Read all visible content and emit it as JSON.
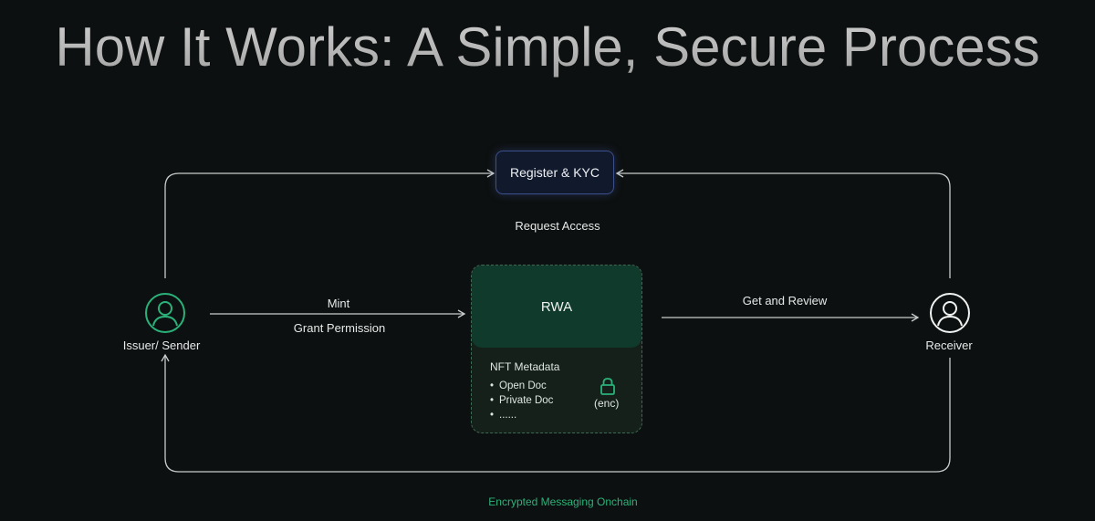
{
  "title": "How It Works: A Simple, Secure Process",
  "nodes": {
    "register": "Register & KYC",
    "request_access": "Request Access",
    "issuer": "Issuer/ Sender",
    "receiver": "Receiver",
    "rwa": "RWA",
    "metadata_title": "NFT Metadata",
    "metadata_items": [
      "Open Doc",
      "Private Doc",
      "......"
    ],
    "enc": "(enc)"
  },
  "edges": {
    "mint": "Mint",
    "grant": "Grant Permission",
    "get_review": "Get and Review"
  },
  "footer": "Encrypted Messaging Onchain",
  "colors": {
    "background": "#0d1010",
    "accent_green": "#2bb27a",
    "kyc_border": "#3c4f8a",
    "rwa_head": "#103a2b",
    "line": "#c8cccb"
  },
  "icons": {
    "issuer": "user-icon",
    "receiver": "user-icon",
    "lock": "lock-icon"
  }
}
